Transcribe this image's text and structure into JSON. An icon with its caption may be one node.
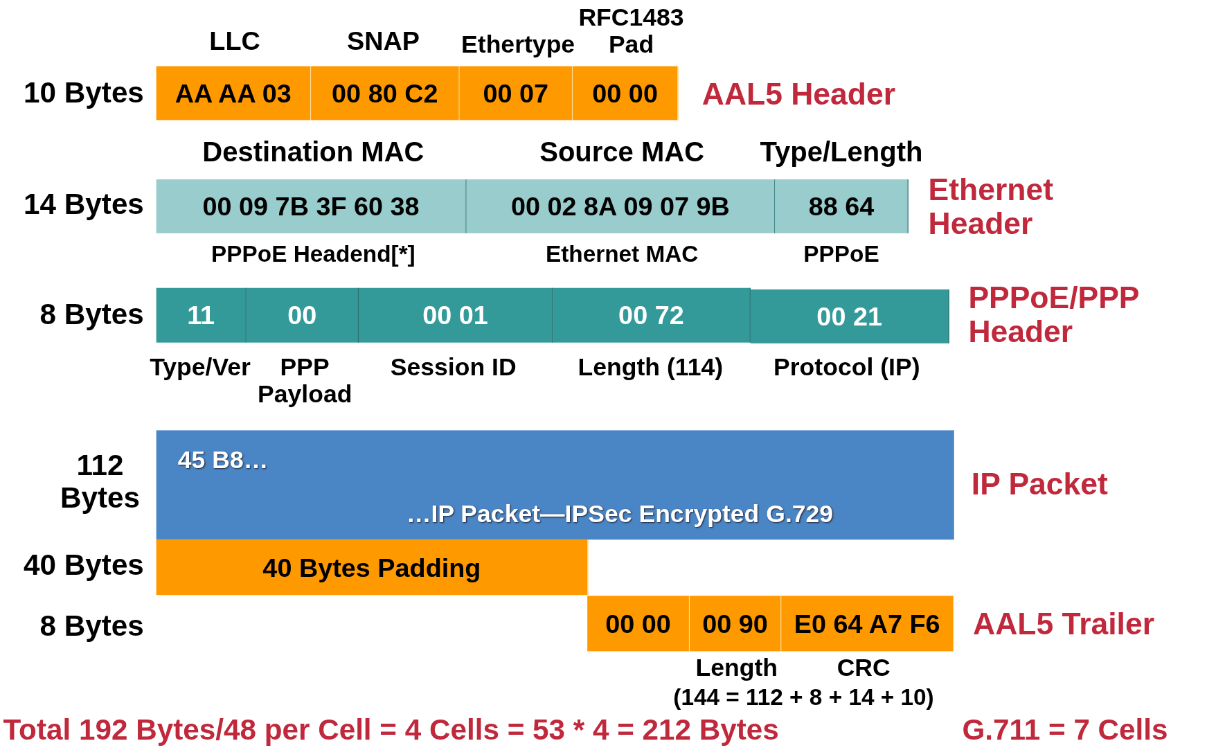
{
  "diagram": {
    "nodes": [
      {
        "text": [
          "AA AA 03"
        ]
      },
      {
        "text": [
          "00 80 C2"
        ]
      },
      {
        "text": [
          "00 07"
        ]
      },
      {
        "text": [
          "00 00"
        ]
      },
      {
        "text": [
          "00 09 7B 3F 60 38"
        ]
      },
      {
        "text": [
          "00 02 8A 09 07 9B"
        ]
      },
      {
        "text": [
          "88 64"
        ]
      },
      {
        "text": [
          "11"
        ]
      },
      {
        "text": [
          "00"
        ]
      },
      {
        "text": [
          "00 01"
        ]
      },
      {
        "text": [
          "00 72"
        ]
      },
      {
        "text": [
          "00 21"
        ]
      },
      {
        "text": [
          "45 B8…",
          "…IP Packet—IPSec Encrypted G.729"
        ]
      },
      {
        "text": [
          "40 Bytes Padding"
        ]
      },
      {
        "text": [
          "00 00"
        ]
      },
      {
        "text": [
          "00 90"
        ]
      },
      {
        "text": [
          "E0 64 A7 F6"
        ]
      }
    ],
    "labels": [
      "RFC1483 Pad",
      "LLC",
      "SNAP",
      "Ethertype",
      "10 Bytes",
      "AAL5 Header",
      "Destination MAC",
      "Source MAC",
      "Type/Length",
      "14 Bytes",
      "Ethernet Header",
      "PPPoE Headend[*]",
      "Ethernet MAC",
      "PPPoE",
      "8 Bytes",
      "PPPoE/PPP Header",
      "Type/Ver",
      "PPP Payload",
      "Session ID",
      "Length (114)",
      "Protocol (IP)",
      "112 Bytes",
      "IP Packet",
      "40 Bytes",
      "8 Bytes",
      "AAL5 Trailer",
      "Length",
      "CRC",
      "(144 = 112 + 8 + 14 + 10)",
      "Total 192 Bytes/48 per Cell = 4 Cells = 53 * 4 = 212 Bytes",
      "G.711 = 7 Cells"
    ]
  }
}
